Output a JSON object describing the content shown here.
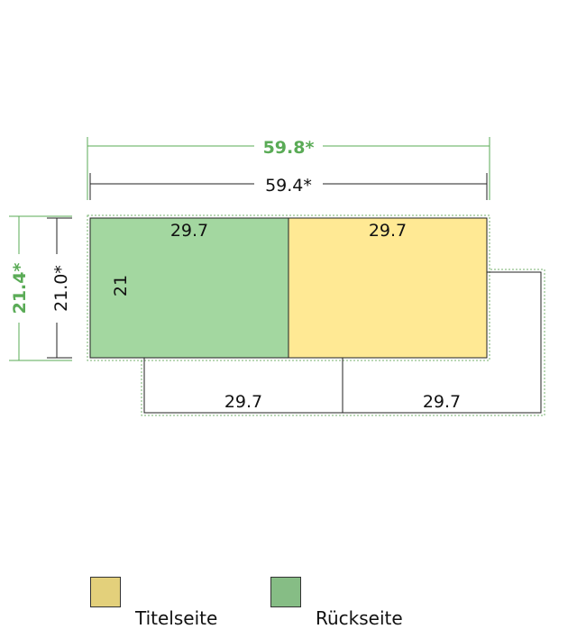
{
  "colors": {
    "back_fill": "#a3d7a0",
    "title_fill": "#ffe994",
    "outline": "#222222",
    "accent_green": "#5aab56",
    "bleed_dash": "#74b26d",
    "legend_title": "#e3d07b",
    "legend_back": "#86bd85"
  },
  "dimensions": {
    "outer_width": "59.8*",
    "inner_width": "59.4*",
    "outer_height": "21.4*",
    "inner_height": "21.0*"
  },
  "panels": {
    "back_width": "29.7",
    "back_height": "21",
    "title_width": "29.7"
  },
  "flap": {
    "left_width": "29.7",
    "right_width": "29.7"
  },
  "legend": {
    "title_label": "Titelseite",
    "back_label": "Rückseite"
  }
}
